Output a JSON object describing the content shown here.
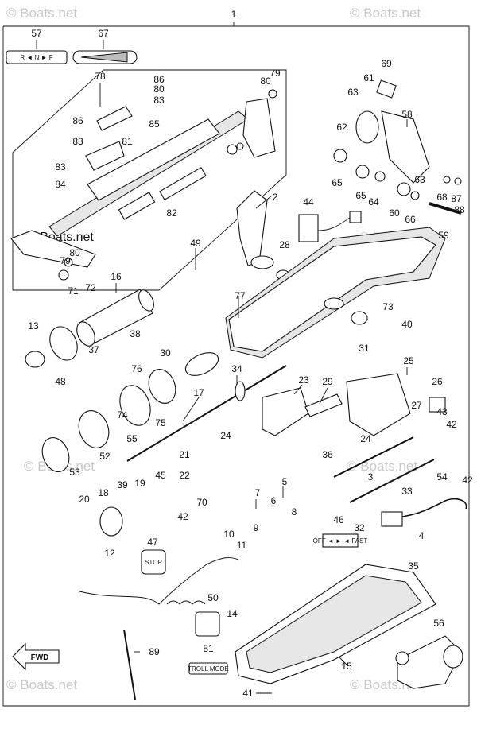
{
  "watermarks": {
    "top_left": "© Boats.net",
    "top_right": "© Boats.net",
    "mid_left": "© Boats.net",
    "mid_right": "© Boats.net",
    "bottom_left": "© Boats.net",
    "bottom_right": "© Boats.net",
    "faint_left": "© Boats.net",
    "faint_right": "© Boats.net"
  },
  "labels": {
    "p1": "1",
    "p2": "2",
    "p3": "3",
    "p4": "4",
    "p5": "5",
    "p6": "6",
    "p7": "7",
    "p8": "8",
    "p9": "9",
    "p10": "10",
    "p11": "11",
    "p12": "12",
    "p13": "13",
    "p14": "14",
    "p15": "15",
    "p16": "16",
    "p17": "17",
    "p18": "18",
    "p19": "19",
    "p20": "20",
    "p21": "21",
    "p22": "22",
    "p23": "23",
    "p24a": "24",
    "p24b": "24",
    "p25": "25",
    "p26": "26",
    "p27": "27",
    "p28": "28",
    "p29": "29",
    "p30": "30",
    "p31": "31",
    "p32": "32",
    "p33": "33",
    "p34": "34",
    "p35": "35",
    "p36": "36",
    "p37": "37",
    "p38": "38",
    "p39": "39",
    "p40": "40",
    "p41": "41",
    "p42a": "42",
    "p42b": "42",
    "p42c": "42",
    "p43": "43",
    "p44": "44",
    "p45": "45",
    "p46": "46",
    "p47": "47",
    "p48": "48",
    "p49": "49",
    "p50": "50",
    "p51": "51",
    "p52": "52",
    "p53": "53",
    "p54": "54",
    "p55": "55",
    "p56": "56",
    "p57": "57",
    "p58": "58",
    "p59": "59",
    "p60": "60",
    "p61": "61",
    "p62": "62",
    "p63a": "63",
    "p63b": "63",
    "p64": "64",
    "p65a": "65",
    "p65b": "65",
    "p66": "66",
    "p67": "67",
    "p68": "68",
    "p69": "69",
    "p70": "70",
    "p71": "71",
    "p72": "72",
    "p73": "73",
    "p74": "74",
    "p75": "75",
    "p76": "76",
    "p77": "77",
    "p78": "78",
    "p79a": "79",
    "p79b": "79",
    "p80a": "80",
    "p80b": "80",
    "p80c": "80",
    "p81": "81",
    "p82": "82",
    "p83a": "83",
    "p83b": "83",
    "p83c": "83",
    "p84": "84",
    "p85": "85",
    "p86a": "86",
    "p86b": "86",
    "p87": "87",
    "p88": "88",
    "p89": "89"
  },
  "decals": {
    "shift_pattern": "R ◄ N ► F",
    "stop": "STOP",
    "off_on": "OFF ◄ ► ◄ FAST",
    "troll_mode": "TROLL MODE"
  },
  "fwd_arrow": "FWD"
}
